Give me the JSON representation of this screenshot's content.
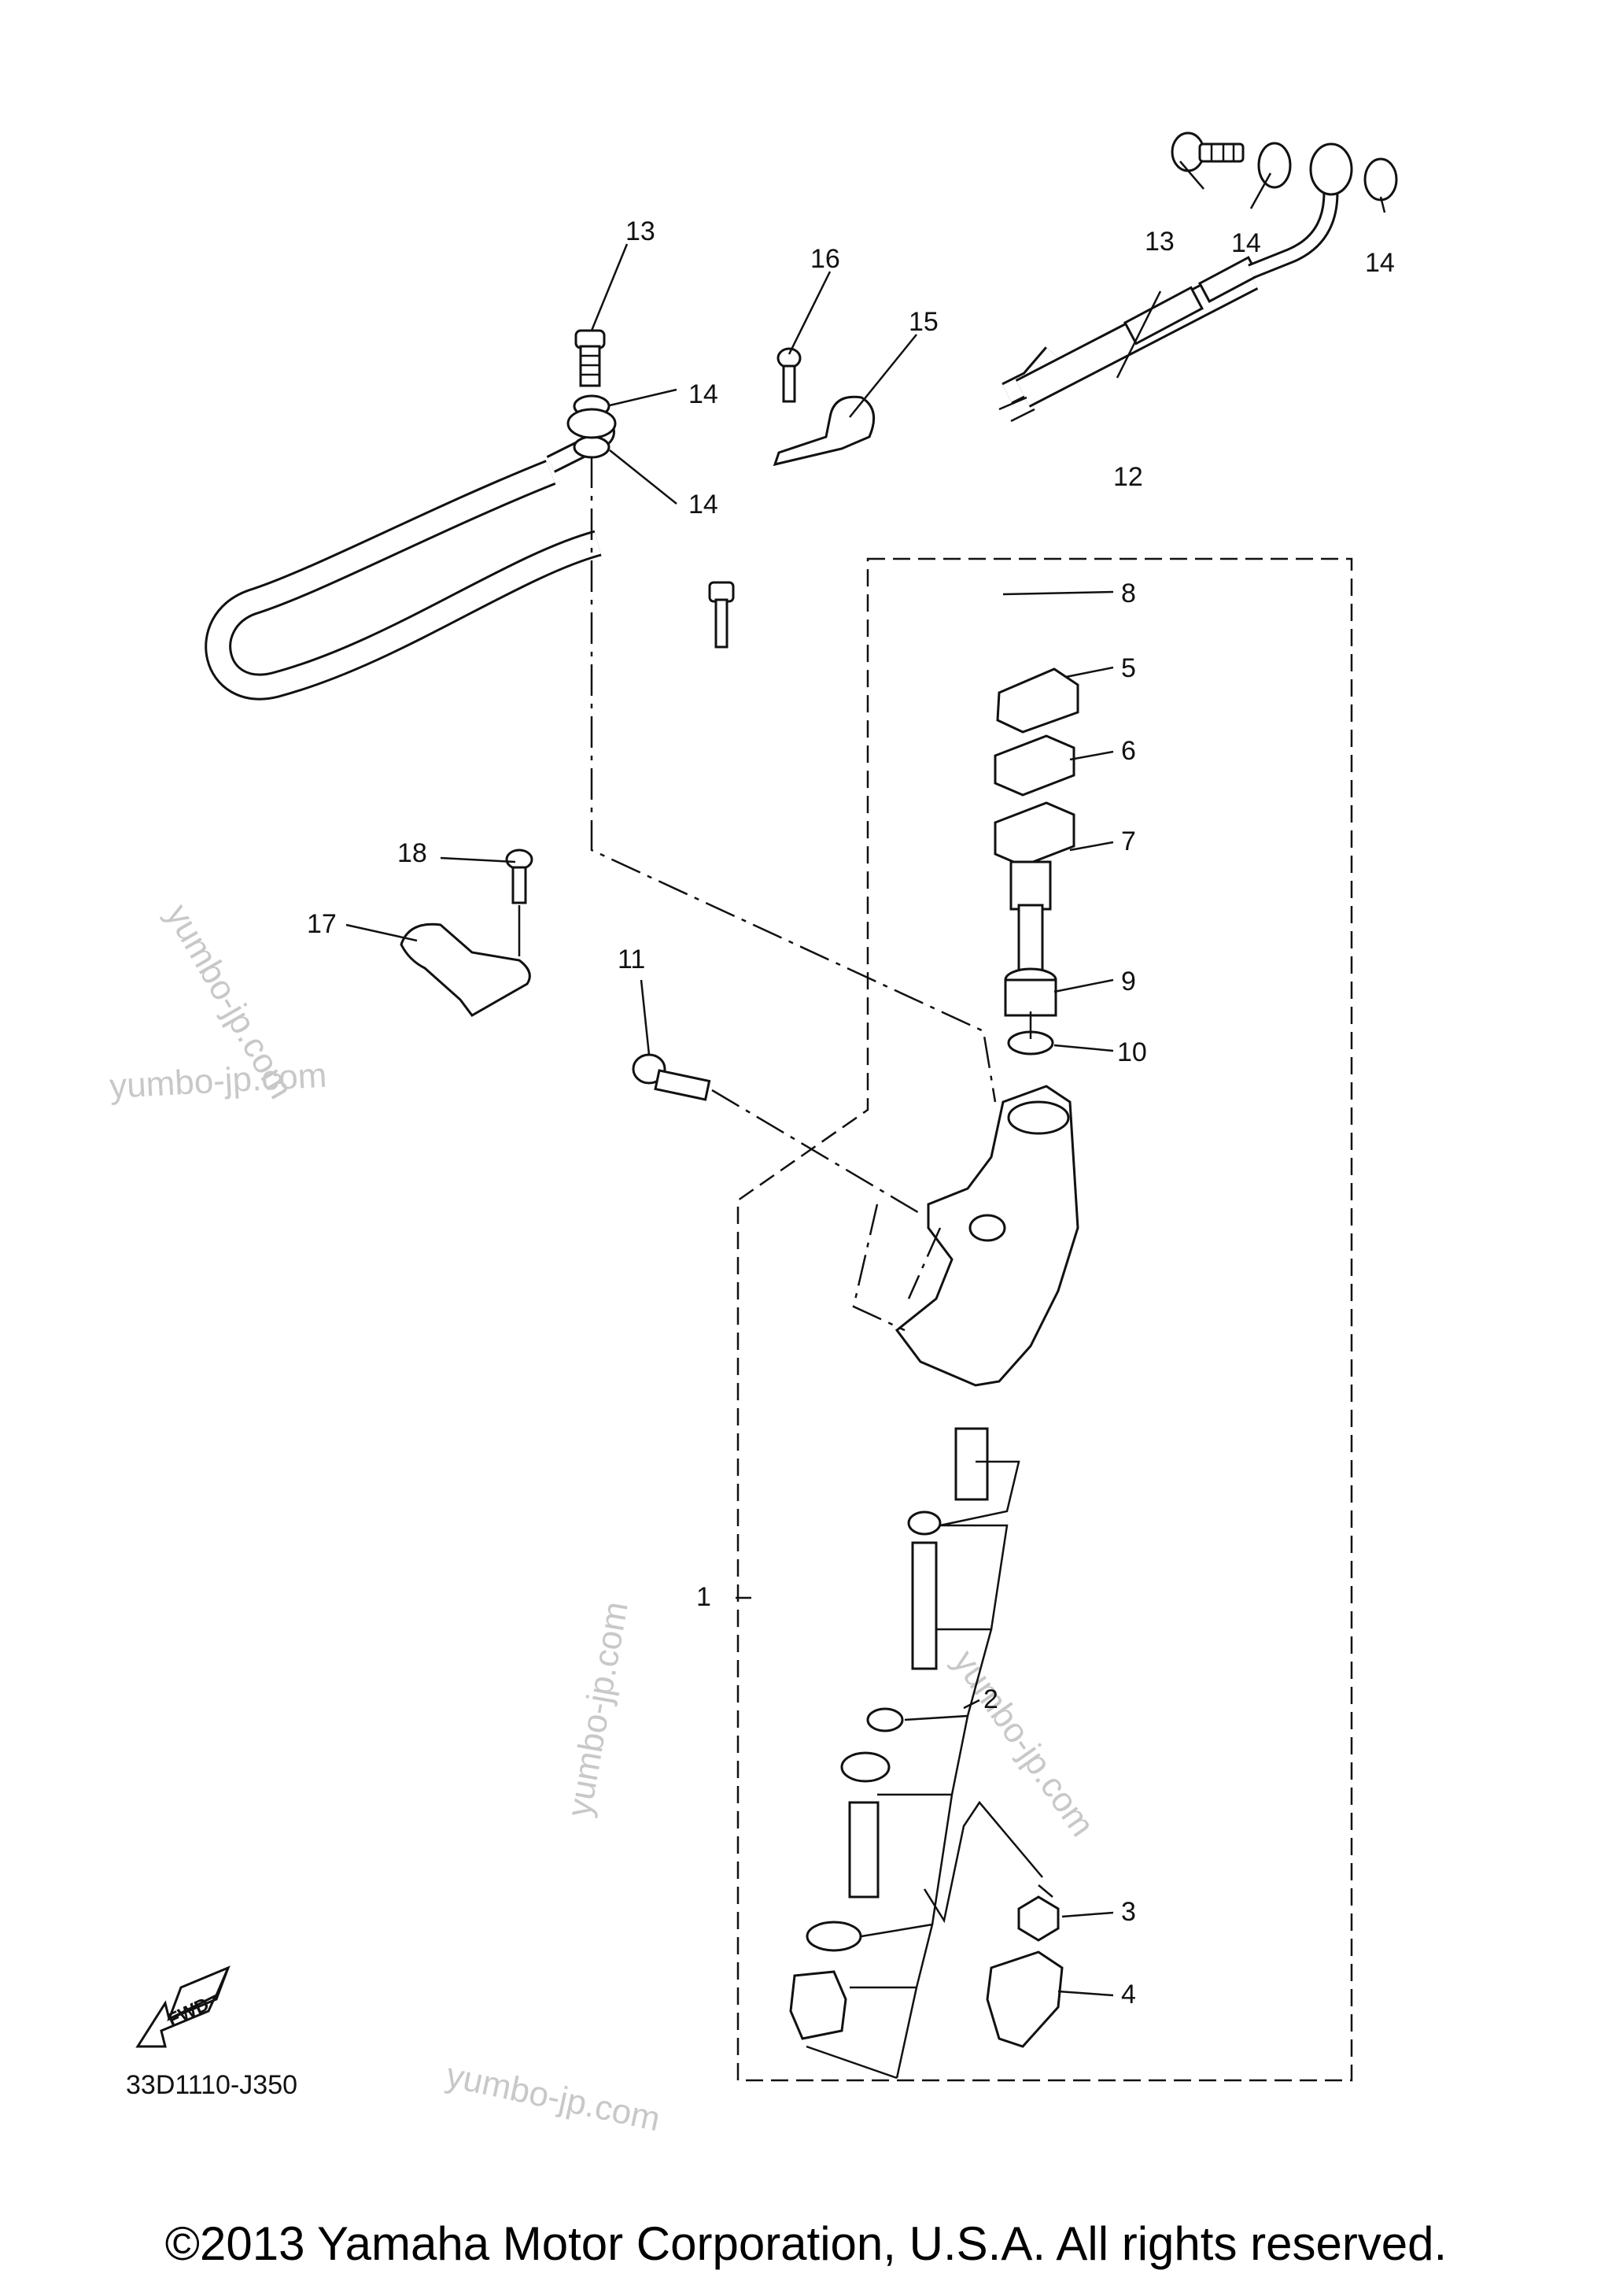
{
  "labels": {
    "p1": "1",
    "p2": "2",
    "p3": "3",
    "p4": "4",
    "p5": "5",
    "p6": "6",
    "p7": "7",
    "p8": "8",
    "p9": "9",
    "p10": "10",
    "p11": "11",
    "p12": "12",
    "p13a": "13",
    "p13b": "13",
    "p14a": "14",
    "p14b": "14",
    "p14c": "14",
    "p14d": "14",
    "p15": "15",
    "p16": "16",
    "p17": "17",
    "p18": "18"
  },
  "diagram_code": "33D1110-J350",
  "fwd_label": "FWD",
  "watermark": "yumbo-jp.com",
  "copyright": "©2013 Yamaha Motor Corporation, U.S.A. All rights reserved."
}
